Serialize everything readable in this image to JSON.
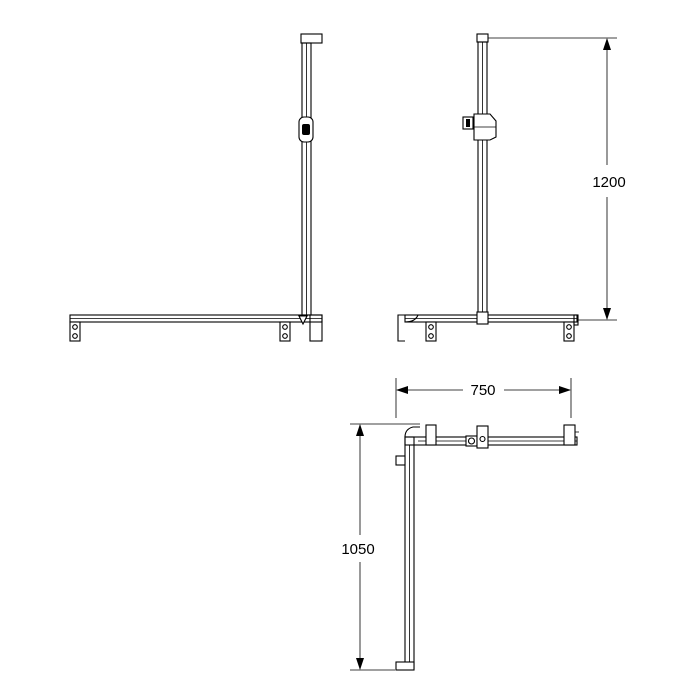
{
  "dimensions": {
    "height_side": "1200",
    "width_plan": "750",
    "depth_plan": "1050"
  },
  "colors": {
    "line": "#000000",
    "background": "#ffffff"
  }
}
